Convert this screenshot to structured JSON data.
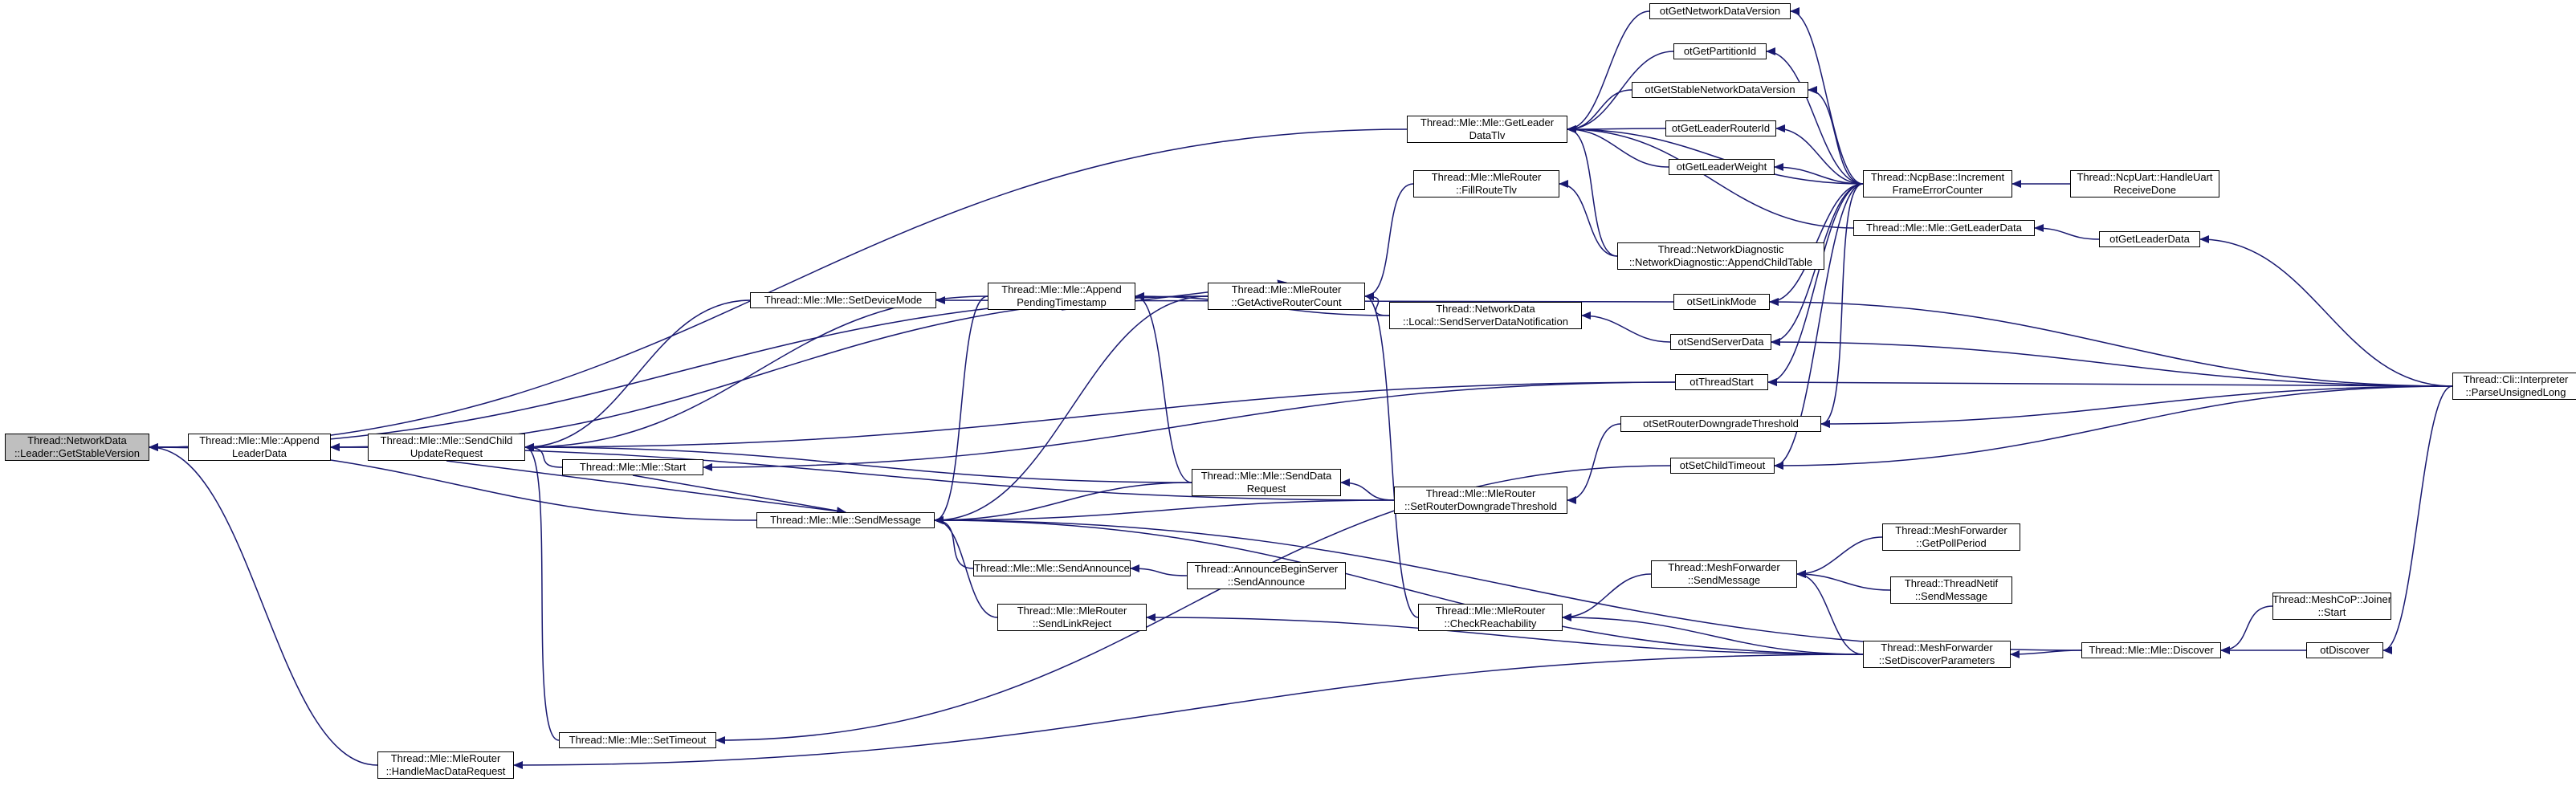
{
  "colors": {
    "edge": "#191970",
    "root_fill": "#bfbfbf",
    "node_border": "#000000"
  },
  "nodes": [
    {
      "id": "n0",
      "lines": [
        "Thread::NetworkData",
        "::Leader::GetStableVersion"
      ]
    },
    {
      "id": "n1",
      "lines": [
        "Thread::Mle::Mle::Append",
        "LeaderData"
      ]
    },
    {
      "id": "n2",
      "lines": [
        "Thread::Mle::Mle::GetLeader",
        "DataTlv"
      ]
    },
    {
      "id": "n3",
      "lines": [
        "Thread::Mle::MleRouter",
        "::GetActiveRouterCount"
      ]
    },
    {
      "id": "n4",
      "lines": [
        "Thread::Mle::Mle::SendMessage"
      ]
    },
    {
      "id": "n5",
      "lines": [
        "Thread::Mle::MleRouter",
        "::HandleMacDataRequest"
      ]
    },
    {
      "id": "n6",
      "lines": [
        "Thread::Mle::Mle::SendChild",
        "UpdateRequest"
      ]
    },
    {
      "id": "n7",
      "lines": [
        "Thread::Mle::Mle::SetDeviceMode"
      ]
    },
    {
      "id": "n8",
      "lines": [
        "Thread::Mle::Mle::Append",
        "PendingTimestamp"
      ]
    },
    {
      "id": "n9",
      "lines": [
        "Thread::Mle::Mle::Start"
      ]
    },
    {
      "id": "n10",
      "lines": [
        "Thread::Mle::Mle::SetTimeout"
      ]
    },
    {
      "id": "n11",
      "lines": [
        "Thread::Mle::MleRouter",
        "::FillRouteTlv"
      ]
    },
    {
      "id": "n12",
      "lines": [
        "Thread::NetworkData",
        "::Local::SendServerDataNotification"
      ]
    },
    {
      "id": "n13",
      "lines": [
        "Thread::Mle::Mle::SendData",
        "Request"
      ]
    },
    {
      "id": "n14",
      "lines": [
        "Thread::Mle::MleRouter",
        "::SetRouterDowngradeThreshold"
      ]
    },
    {
      "id": "n15",
      "lines": [
        "Thread::Mle::Mle::SendAnnounce"
      ]
    },
    {
      "id": "n16",
      "lines": [
        "Thread::Mle::MleRouter",
        "::SendLinkReject"
      ]
    },
    {
      "id": "n17",
      "lines": [
        "Thread::AnnounceBeginServer",
        "::SendAnnounce"
      ]
    },
    {
      "id": "n18",
      "lines": [
        "Thread::Mle::MleRouter",
        "::CheckReachability"
      ]
    },
    {
      "id": "n19",
      "lines": [
        "otGetNetworkDataVersion"
      ]
    },
    {
      "id": "n20",
      "lines": [
        "otGetPartitionId"
      ]
    },
    {
      "id": "n21",
      "lines": [
        "otGetStableNetworkDataVersion"
      ]
    },
    {
      "id": "n22",
      "lines": [
        "otGetLeaderRouterId"
      ]
    },
    {
      "id": "n23",
      "lines": [
        "otGetLeaderWeight"
      ]
    },
    {
      "id": "n24",
      "lines": [
        "Thread::NetworkDiagnostic",
        "::NetworkDiagnostic::AppendChildTable"
      ]
    },
    {
      "id": "n25",
      "lines": [
        "otSetLinkMode"
      ]
    },
    {
      "id": "n26",
      "lines": [
        "otSendServerData"
      ]
    },
    {
      "id": "n27",
      "lines": [
        "otThreadStart"
      ]
    },
    {
      "id": "n28",
      "lines": [
        "otSetRouterDowngradeThreshold"
      ]
    },
    {
      "id": "n29",
      "lines": [
        "otSetChildTimeout"
      ]
    },
    {
      "id": "n30",
      "lines": [
        "Thread::MeshForwarder",
        "::SendMessage"
      ]
    },
    {
      "id": "n31",
      "lines": [
        "Thread::MeshForwarder",
        "::SetDiscoverParameters"
      ]
    },
    {
      "id": "n32",
      "lines": [
        "Thread::NcpBase::Increment",
        "FrameErrorCounter"
      ]
    },
    {
      "id": "n33",
      "lines": [
        "Thread::Mle::Mle::GetLeaderData"
      ]
    },
    {
      "id": "n34",
      "lines": [
        "Thread::NcpUart::HandleUart",
        "ReceiveDone"
      ]
    },
    {
      "id": "n35",
      "lines": [
        "otGetLeaderData"
      ]
    },
    {
      "id": "n36",
      "lines": [
        "Thread::MeshForwarder",
        "::GetPollPeriod"
      ]
    },
    {
      "id": "n37",
      "lines": [
        "Thread::ThreadNetif",
        "::SendMessage"
      ]
    },
    {
      "id": "n38",
      "lines": [
        "Thread::Mle::Mle::Discover"
      ]
    },
    {
      "id": "n39",
      "lines": [
        "Thread::MeshCoP::Joiner",
        "::Start"
      ]
    },
    {
      "id": "n40",
      "lines": [
        "otDiscover"
      ]
    },
    {
      "id": "n41",
      "lines": [
        "Thread::Cli::Interpreter",
        "::ParseUnsignedLong"
      ]
    }
  ],
  "edges": [
    [
      "n1",
      "n0"
    ],
    [
      "n2",
      "n0"
    ],
    [
      "n3",
      "n0"
    ],
    [
      "n4",
      "n0"
    ],
    [
      "n5",
      "n0"
    ],
    [
      "n6",
      "n1"
    ],
    [
      "n3",
      "n1"
    ],
    [
      "n14",
      "n1"
    ],
    [
      "n19",
      "n2"
    ],
    [
      "n20",
      "n2"
    ],
    [
      "n21",
      "n2"
    ],
    [
      "n22",
      "n2"
    ],
    [
      "n23",
      "n2"
    ],
    [
      "n24",
      "n2"
    ],
    [
      "n33",
      "n2"
    ],
    [
      "n32",
      "n2"
    ],
    [
      "n8",
      "n3"
    ],
    [
      "n11",
      "n3"
    ],
    [
      "n12",
      "n3"
    ],
    [
      "n18",
      "n3"
    ],
    [
      "n6",
      "n4"
    ],
    [
      "n9",
      "n4"
    ],
    [
      "n13",
      "n4"
    ],
    [
      "n15",
      "n4"
    ],
    [
      "n16",
      "n4"
    ],
    [
      "n14",
      "n4"
    ],
    [
      "n31",
      "n4"
    ],
    [
      "n38",
      "n4"
    ],
    [
      "n8",
      "n4"
    ],
    [
      "n3",
      "n4"
    ],
    [
      "n7",
      "n6"
    ],
    [
      "n8",
      "n6"
    ],
    [
      "n9",
      "n6"
    ],
    [
      "n13",
      "n6"
    ],
    [
      "n10",
      "n6"
    ],
    [
      "n27",
      "n6"
    ],
    [
      "n25",
      "n7"
    ],
    [
      "n12",
      "n8"
    ],
    [
      "n13",
      "n8"
    ],
    [
      "n27",
      "n9"
    ],
    [
      "n29",
      "n10"
    ],
    [
      "n24",
      "n11"
    ],
    [
      "n26",
      "n12"
    ],
    [
      "n14",
      "n13"
    ],
    [
      "n28",
      "n14"
    ],
    [
      "n17",
      "n15"
    ],
    [
      "n31",
      "n16"
    ],
    [
      "n30",
      "n18"
    ],
    [
      "n31",
      "n18"
    ],
    [
      "n36",
      "n30"
    ],
    [
      "n37",
      "n30"
    ],
    [
      "n31",
      "n30"
    ],
    [
      "n38",
      "n31"
    ],
    [
      "n31",
      "n5"
    ],
    [
      "n39",
      "n38"
    ],
    [
      "n40",
      "n38"
    ],
    [
      "n32",
      "n19"
    ],
    [
      "n32",
      "n20"
    ],
    [
      "n32",
      "n21"
    ],
    [
      "n32",
      "n22"
    ],
    [
      "n32",
      "n23"
    ],
    [
      "n32",
      "n25"
    ],
    [
      "n32",
      "n26"
    ],
    [
      "n32",
      "n27"
    ],
    [
      "n32",
      "n28"
    ],
    [
      "n32",
      "n29"
    ],
    [
      "n34",
      "n32"
    ],
    [
      "n35",
      "n33"
    ],
    [
      "n41",
      "n35"
    ],
    [
      "n41",
      "n25"
    ],
    [
      "n41",
      "n26"
    ],
    [
      "n41",
      "n27"
    ],
    [
      "n41",
      "n28"
    ],
    [
      "n41",
      "n29"
    ],
    [
      "n41",
      "n40"
    ]
  ]
}
